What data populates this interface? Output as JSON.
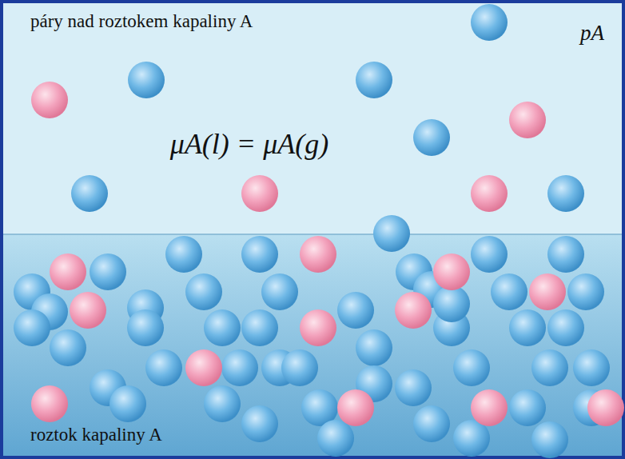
{
  "diagram": {
    "nodes": [
      {
        "text": [
          "páry nad roztokem kapaliny A"
        ]
      },
      {
        "text": [
          "roztok kapaliny A"
        ]
      }
    ],
    "labels": [
      "pA",
      "μA(l) = μA(g)"
    ]
  }
}
